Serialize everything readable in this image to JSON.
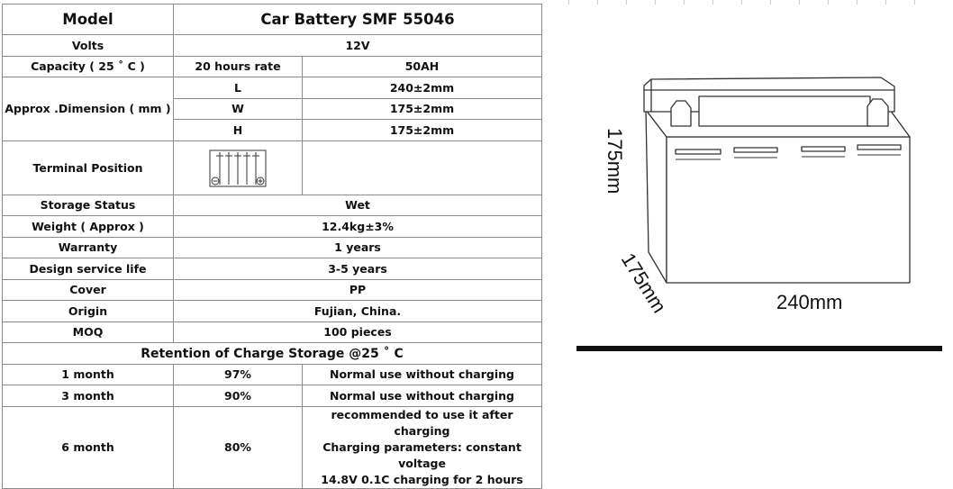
{
  "spec": {
    "model_label": "Model",
    "model_value": "Car Battery SMF 55046",
    "volts_label": "Volts",
    "volts_value": "12V",
    "capacity_label": "Capacity ( 25 ˚ C )",
    "capacity_rate": "20 hours rate",
    "capacity_value": "50AH",
    "dimension_label": "Approx .Dimension ( mm )",
    "dimensions": [
      {
        "axis": "L",
        "value": "240±2mm"
      },
      {
        "axis": "W",
        "value": "175±2mm"
      },
      {
        "axis": "H",
        "value": "175±2mm"
      }
    ],
    "terminal_label": "Terminal Position",
    "terminal_icon": "battery-terminal-layout-icon",
    "storage_label": "Storage Status",
    "storage_value": "Wet",
    "weight_label": "Weight ( Approx )",
    "weight_value": "12.4kg±3%",
    "warranty_label": "Warranty",
    "warranty_value": "1 years",
    "service_label": "Design service life",
    "service_value": "3-5 years",
    "cover_label": "Cover",
    "cover_value": "PP",
    "origin_label": "Origin",
    "origin_value": "Fujian, China.",
    "moq_label": "MOQ",
    "moq_value": "100 pieces"
  },
  "retention": {
    "title": "Retention of Charge Storage @25 ˚ C",
    "rows": [
      {
        "period": "1 month",
        "percent": "97%",
        "note": "Normal use without charging"
      },
      {
        "period": "3 month",
        "percent": "90%",
        "note": "Normal use without charging"
      }
    ],
    "row6": {
      "period": "6 month",
      "percent": "80%",
      "note_lines": [
        "recommended to use it after charging",
        "Charging parameters: constant voltage",
        "14.8V 0.1C  charging for 2 hours"
      ]
    }
  },
  "drawing": {
    "icon": "car-battery-drawing-icon",
    "height_label": "175mm",
    "depth_label": "175mm",
    "length_label": "240mm"
  }
}
